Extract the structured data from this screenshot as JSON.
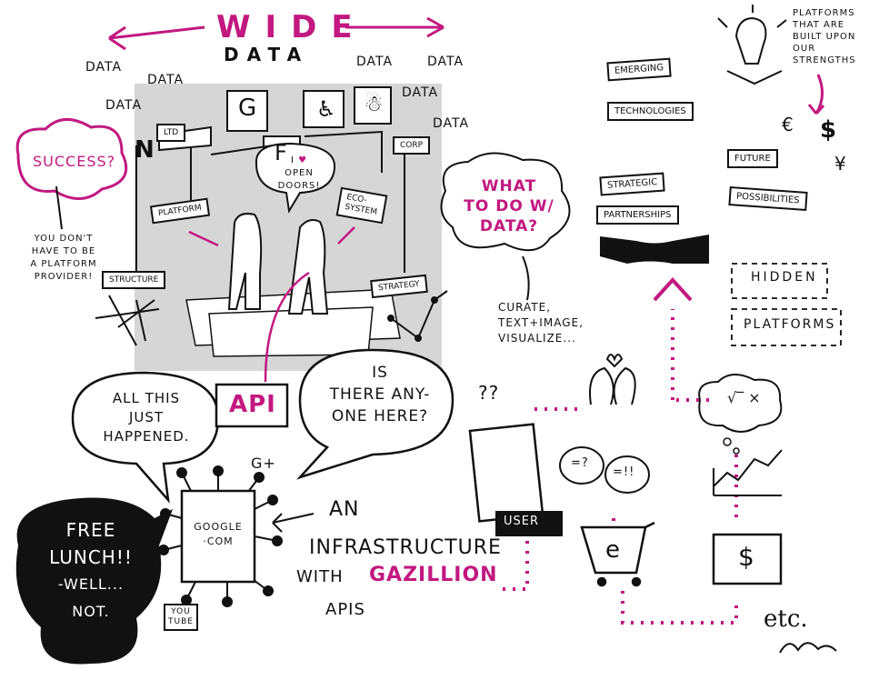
{
  "colors": {
    "accent": "#c2187f",
    "ink": "#111111",
    "panel": "#d6d6d6"
  },
  "top": {
    "wide": "WIDE",
    "data_title": "DATA"
  },
  "data_words": [
    "DATA",
    "DATA",
    "DATA",
    "DATA",
    "DATA",
    "DATA",
    "DATA"
  ],
  "left": {
    "success": "SUCCESS?",
    "note": [
      "YOU DON'T",
      "HAVE TO BE",
      "A PLATFORM",
      "PROVIDER!"
    ]
  },
  "scene": {
    "ltd": "LTD",
    "corp": "CORP",
    "platform": "PLATFORM",
    "structure": "STRUCTURE",
    "ecosystem": [
      "ECO-",
      "SYSTEM"
    ],
    "strategy": "STRATEGY",
    "speech": [
      "I",
      "OPEN DOORS!"
    ],
    "icons": [
      "G",
      "f"
    ]
  },
  "bubbles": {
    "happened": [
      "ALL THIS",
      "JUST",
      "HAPPENED."
    ],
    "api": "API",
    "anyone": [
      "IS",
      "THERE ANY-",
      "ONE HERE?"
    ],
    "what_to_do": [
      "WHAT",
      "TO DO W/",
      "DATA?"
    ],
    "curate": [
      "CURATE,",
      "TEXT+IMAGE,",
      "VISUALIZE..."
    ]
  },
  "google": {
    "label": [
      "GOOGLE",
      "·COM"
    ],
    "gplus": "G+",
    "youtube": [
      "YOU",
      "TUBE"
    ]
  },
  "infra": {
    "an": "AN",
    "line1": "INFRASTRUCTURE",
    "with": "WITH",
    "gazillion": "GAZILLION",
    "apis": "APIS"
  },
  "free": [
    "FREE",
    "LUNCH!!",
    "-WELL...",
    "NOT."
  ],
  "right": {
    "platforms_note": [
      "PLATFORMS",
      "THAT ARE",
      "BUILT UPON",
      "OUR STRENGTHS"
    ],
    "emerging": "EMERGING",
    "technologies": "TECHNOLOGIES",
    "strategic": "STRATEGIC",
    "partnerships": "PARTNERSHIPS",
    "future": "FUTURE",
    "possibilities": "POSSIBILITIES",
    "hidden": "HIDDEN",
    "platforms": "PLATFORMS",
    "currency": [
      "€",
      "$",
      "¥"
    ]
  },
  "flow": {
    "user": "USER",
    "q1": "=?",
    "q2": "=!!",
    "cart": "e",
    "dollar": "$",
    "etc": "etc.",
    "marks": "??"
  }
}
